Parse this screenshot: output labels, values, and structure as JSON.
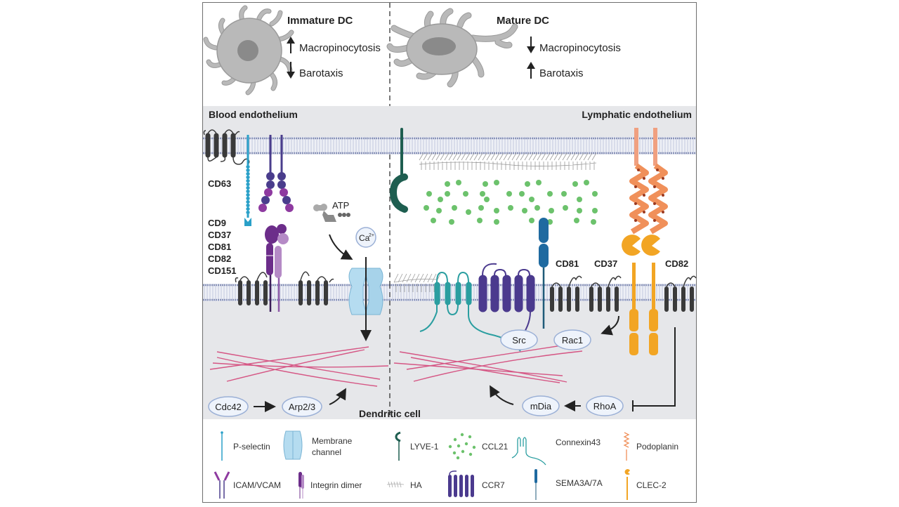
{
  "top": {
    "immature": {
      "title": "Immature DC",
      "items": [
        {
          "direction": "up",
          "label": "Macropinocytosis"
        },
        {
          "direction": "down",
          "label": "Barotaxis"
        }
      ]
    },
    "mature": {
      "title": "Mature DC",
      "items": [
        {
          "direction": "down",
          "label": "Macropinocytosis"
        },
        {
          "direction": "up",
          "label": "Barotaxis"
        }
      ]
    }
  },
  "regions": {
    "blood": "Blood endothelium",
    "lymphatic": "Lymphatic endothelium",
    "cell": "Dendritic cell"
  },
  "left_labels": {
    "cd63": "CD63",
    "tetraspanins": [
      "CD9",
      "CD37",
      "CD81",
      "CD82",
      "CD151"
    ],
    "atp": "ATP",
    "ca": "Ca",
    "ca_sup": "2+"
  },
  "right_labels": {
    "cd81": "CD81",
    "cd37": "CD37",
    "cd82": "CD82"
  },
  "signaling": {
    "cdc42": "Cdc42",
    "arp": "Arp2/3",
    "src": "Src",
    "rac1": "Rac1",
    "mdia": "mDia",
    "rhoa": "RhoA"
  },
  "legend": [
    {
      "icon": "p-selectin-icon",
      "label": "P-selectin"
    },
    {
      "icon": "membrane-channel-icon",
      "label": "Membrane channel",
      "lines": [
        "Membrane",
        "channel"
      ]
    },
    {
      "icon": "lyve1-icon",
      "label": "LYVE-1"
    },
    {
      "icon": "ccl21-icon",
      "label": "CCL21"
    },
    {
      "icon": "connexin43-icon",
      "label": "Connexin43"
    },
    {
      "icon": "podoplanin-icon",
      "label": "Podoplanin"
    },
    {
      "icon": "icam-vcam-icon",
      "label": "ICAM/VCAM"
    },
    {
      "icon": "integrin-dimer-icon",
      "label": "Integrin dimer"
    },
    {
      "icon": "ha-icon",
      "label": "HA"
    },
    {
      "icon": "ccr7-icon",
      "label": "CCR7"
    },
    {
      "icon": "sema-icon",
      "label": "SEMA3A/7A"
    },
    {
      "icon": "clec2-icon",
      "label": "CLEC-2"
    }
  ],
  "colors": {
    "cell_fill": "#b9b9b9",
    "nucleus": "#8a8a8a",
    "tetraspanin": "#3a3a3a",
    "pselectin": "#2aa0c8",
    "icam_dark": "#4a3d8c",
    "icam_light": "#8e3aa0",
    "integrin_dark": "#6c2d8a",
    "integrin_light": "#b58ac6",
    "channel": "#b5dcf0",
    "lyve1": "#1e5e50",
    "ccl21": "#6cc26c",
    "connexin": "#2a9ea0",
    "ccr7": "#4b3a8e",
    "sema": "#1f6aa0",
    "podoplanin": "#f0905a",
    "clec2": "#f2a524",
    "actin": "#d4477a",
    "endothelium_bg": "#e6e7ea",
    "membrane": "#8993b8"
  }
}
